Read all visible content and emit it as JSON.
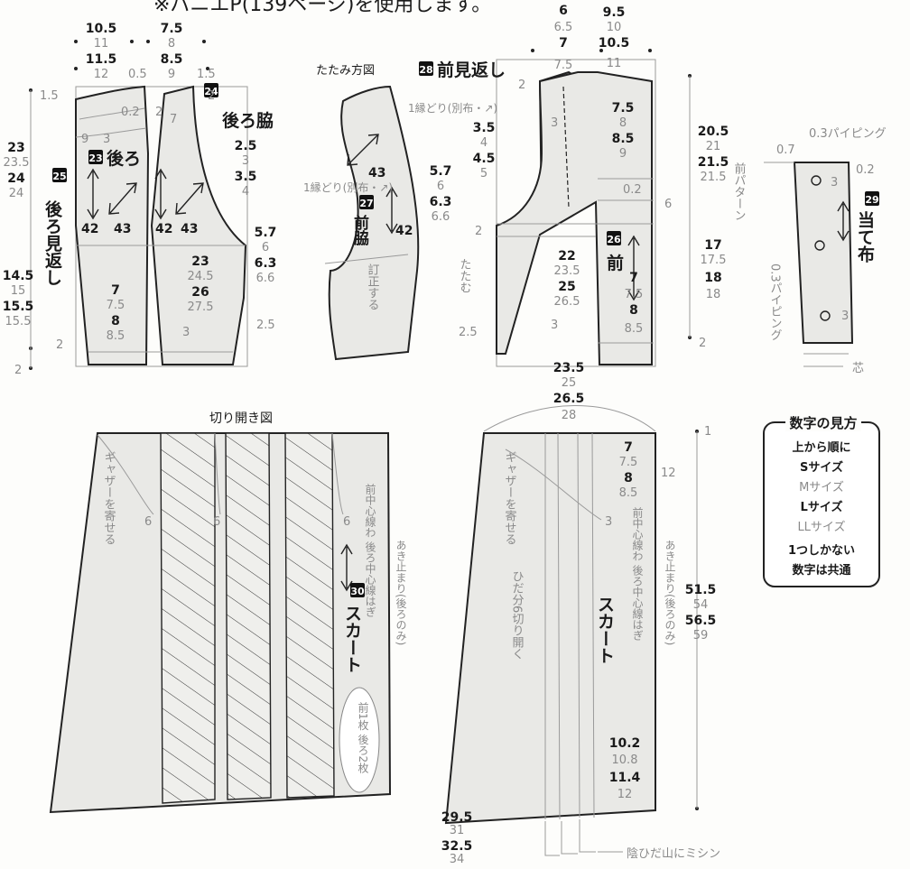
{
  "title": "※パニエP(139ページ)を使用します。",
  "pieces": {
    "back": {
      "id": "23",
      "name": "後ろ"
    },
    "back_side": {
      "id": "24",
      "name": "後ろ脇"
    },
    "back_facing": {
      "id": "25",
      "name": "後ろ見返し"
    },
    "front": {
      "id": "26",
      "name": "前"
    },
    "front_side": {
      "id": "27",
      "name": "前脇"
    },
    "front_facing": {
      "id": "28",
      "name": "前見返し"
    },
    "patch": {
      "id": "29",
      "name": "当て布"
    },
    "skirt": {
      "id": "30",
      "name": "スカート",
      "count": "前1枚\n後ろ2枚"
    }
  },
  "labels": {
    "fold_diagram": "たたみ方図",
    "cut_open_diagram": "切り開き図",
    "binding_1": "1縁どり(別布・↗)",
    "binding_2": "1縁どり(別布・↗)",
    "correct": "訂正する",
    "fold": "たたむ",
    "piping_top": "0.3パイピング",
    "piping_side": "0.3パイピング",
    "front_pattern": "前パターン",
    "interfacing": "芯",
    "gather_1": "ギャザーを寄せる",
    "gather_2": "ギャザーを寄せる",
    "center_line_1": "前中心線わ 後ろ中心線はぎ",
    "center_line_2": "前中心線わ 後ろ中心線はぎ",
    "opening_1": "あき止まり(後ろのみ)",
    "opening_2": "あき止まり(後ろのみ)",
    "pleat_cut": "ひだ分6切り開く",
    "stitch": "陰ひだ山にミシン"
  },
  "legend": {
    "title": "数字の見方",
    "lines": [
      "上から順に",
      "Sサイズ",
      "Mサイズ",
      "Lサイズ",
      "LLサイズ",
      "1つしかない",
      "数字は共通"
    ]
  },
  "numbers": {
    "b_top_w": [
      "10.5",
      "11",
      "11.5",
      "12"
    ],
    "b_top_w2": [
      "7.5",
      "8",
      "8.5",
      "9"
    ],
    "b_05": "0.5",
    "b_15": "1.5",
    "b_left_15": "1.5",
    "b_right_2": "2",
    "b_02": "0.2",
    "b_2": "2",
    "b_93": [
      "9",
      "3"
    ],
    "b_7": "7",
    "b_side_h": [
      "23",
      "23.5",
      "24",
      "24"
    ],
    "b_42_1": "42",
    "b_43_1": "43",
    "b_42_2": "42",
    "b_43_2": "43",
    "b_low_h": [
      "14.5",
      "15",
      "15.5",
      "15.5"
    ],
    "b_bot_2": "2",
    "b_bot_2b": "2",
    "b_waist_1": [
      "7",
      "7.5",
      "8",
      "8.5"
    ],
    "b_waist_2": [
      "23",
      "24.5",
      "26",
      "27.5"
    ],
    "b_3": "3",
    "b_25": "2.5",
    "b_arm_1": [
      "2.5",
      "3",
      "3.5",
      "4"
    ],
    "b_arm_2": [
      "5.7",
      "6",
      "6.3",
      "6.6"
    ],
    "fs_43": "43",
    "fs_42": "42",
    "f_top_1": [
      "6",
      "6.5",
      "7",
      "7.5"
    ],
    "f_top_2": [
      "9.5",
      "10",
      "10.5",
      "11"
    ],
    "f_2": "2",
    "f_3": "3",
    "f_arm_1": [
      "3.5",
      "4",
      "4.5",
      "5"
    ],
    "f_arm_2": [
      "5.7",
      "6",
      "6.3",
      "6.6"
    ],
    "f_2b": "2",
    "f_25": "2.5",
    "f_waist_1": [
      "22",
      "23.5",
      "25",
      "26.5"
    ],
    "f_3b": "3",
    "f_in_1": [
      "7.5",
      "8",
      "8.5",
      "9"
    ],
    "f_02": "0.2",
    "f_6": "6",
    "f_in_2": [
      "7",
      "7.5",
      "8",
      "8.5"
    ],
    "f_side_1": [
      "20.5",
      "21",
      "21.5",
      "21.5"
    ],
    "f_side_2": [
      "17",
      "17.5",
      "18",
      "18"
    ],
    "f_bot_2": "2",
    "p_07": "0.7",
    "p_02": "0.2",
    "p_3a": "3",
    "p_3b": "3",
    "s1_6a": "6",
    "s1_6b": "6",
    "s1_6c": "6",
    "s2_top": [
      "23.5",
      "25",
      "26.5",
      "28"
    ],
    "s2_in": [
      "7",
      "7.5",
      "8",
      "8.5"
    ],
    "s2_12": "12",
    "s2_3": "3",
    "s2_1": "1",
    "s2_len": [
      "51.5",
      "54",
      "56.5",
      "59"
    ],
    "s2_hem_in": [
      "10.2",
      "10.8",
      "11.4",
      "12"
    ],
    "s2_hem": [
      "29.5",
      "31",
      "32.5",
      "34"
    ]
  }
}
